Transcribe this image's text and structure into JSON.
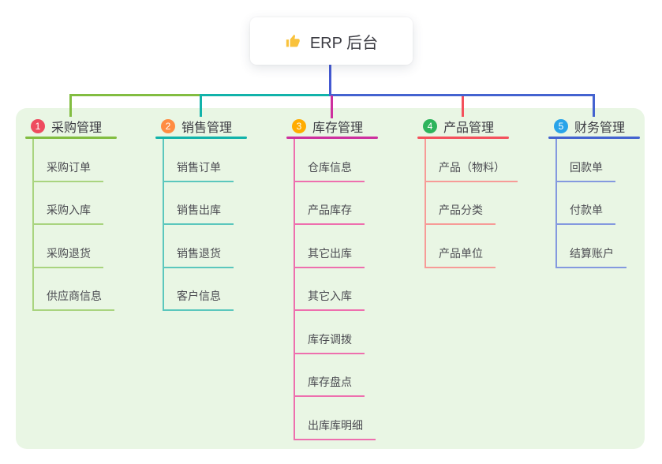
{
  "root": {
    "title": "ERP 后台",
    "icon": "thumbs-up-icon"
  },
  "colors": {
    "page_bg": "#ffffff",
    "canvas_bg": "#e9f6e4",
    "root_line": "#4459d2",
    "title_text": "#3b3b42",
    "child_text": "#4c4c52",
    "badge_text": "#ffffff",
    "thumb": "#f9c23c"
  },
  "branches": [
    {
      "num": "1",
      "label": "采购管理",
      "line_color": "#82bd41",
      "line_light": "#a9d47f",
      "badge_color": "#ee4b5f",
      "children": [
        "采购订单",
        "采购入库",
        "采购退货",
        "供应商信息"
      ]
    },
    {
      "num": "2",
      "label": "销售管理",
      "line_color": "#12b3aa",
      "line_light": "#5bc7bd",
      "badge_color": "#ff8c42",
      "children": [
        "销售订单",
        "销售出库",
        "销售退货",
        "客户信息"
      ]
    },
    {
      "num": "3",
      "label": "库存管理",
      "line_color": "#cd309e",
      "line_light": "#ee6fae",
      "badge_color": "#ffac00",
      "children": [
        "仓库信息",
        "产品库存",
        "其它出库",
        "其它入库",
        "库存调拨",
        "库存盘点",
        "出库库明细"
      ]
    },
    {
      "num": "4",
      "label": "产品管理",
      "line_color": "#f4515c",
      "line_light": "#f79b97",
      "badge_color": "#2db45c",
      "children": [
        "产品（物料）",
        "产品分类",
        "产品单位"
      ]
    },
    {
      "num": "5",
      "label": "财务管理",
      "line_color": "#4463d0",
      "line_light": "#8499df",
      "badge_color": "#29a4e9",
      "children": [
        "回款单",
        "付款单",
        "结算账户"
      ]
    }
  ]
}
